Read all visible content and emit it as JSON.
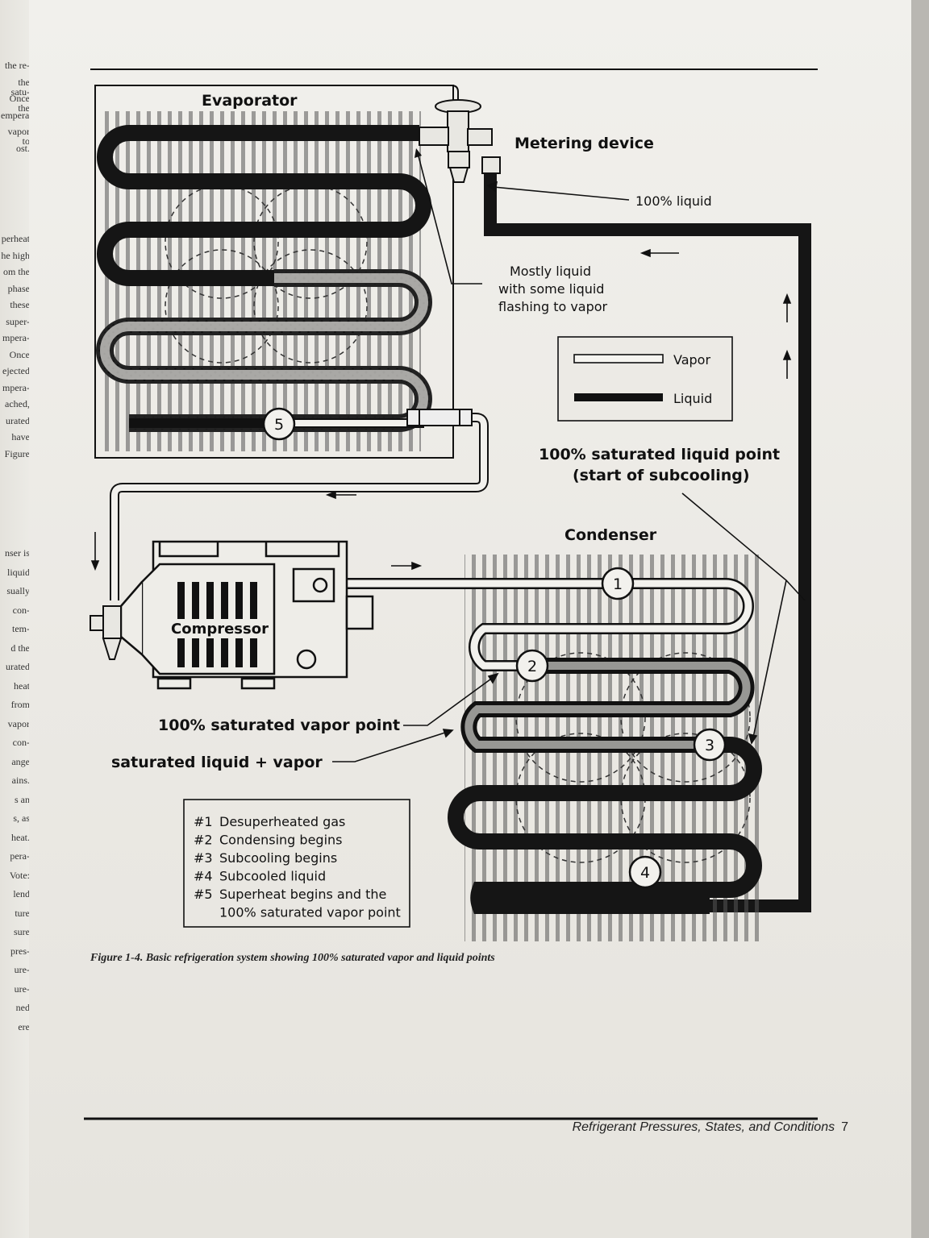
{
  "figure": {
    "caption": "Figure 1-4. Basic refrigeration system showing 100% saturated vapor and liquid points",
    "labels": {
      "evaporator": "Evaporator",
      "metering_device": "Metering device",
      "liquid_100": "100% liquid",
      "mostly_liquid_1": "Mostly liquid",
      "mostly_liquid_2": "with some liquid",
      "mostly_liquid_3": "flashing to vapor",
      "condenser": "Condenser",
      "compressor": "Compressor",
      "sat_liquid_point_1": "100% saturated liquid point",
      "sat_liquid_point_2": "(start of subcooling)",
      "sat_vapor_point": "100% saturated vapor point",
      "sat_liquid_vapor": "saturated liquid + vapor"
    },
    "legend": {
      "vapor": "Vapor",
      "liquid": "Liquid"
    },
    "points": [
      "1",
      "2",
      "3",
      "4",
      "5"
    ],
    "key": [
      {
        "id": "#1",
        "text": "Desuperheated gas"
      },
      {
        "id": "#2",
        "text": "Condensing begins"
      },
      {
        "id": "#3",
        "text": "Subcooling begins"
      },
      {
        "id": "#4",
        "text": "Subcooled liquid"
      },
      {
        "id": "#5",
        "text": "Superheat begins and the"
      },
      {
        "id": "",
        "text": "100% saturated vapor point"
      }
    ]
  },
  "footer": {
    "title": "Refrigerant Pressures, States, and Conditions",
    "page_number": "7"
  },
  "previous_page_fragments": [
    "the re-",
    "the satu-",
    "Once the",
    "empera-",
    "vapor to",
    "ost.",
    "perheat",
    "he high",
    "om the",
    "phase",
    "these",
    "super-",
    "mpera-",
    "Once",
    "ejected",
    "mpera-",
    "ached,",
    "urated",
    "have",
    "Figure",
    "nser is",
    "liquid",
    "sually",
    "con-",
    "tem-",
    "d the",
    "urated",
    "heat",
    "from",
    "vapor",
    "con-",
    "ange",
    "ains.",
    "s an",
    "s, as",
    "heat.",
    "pera-",
    "Vote:",
    "lend",
    "ture",
    "sure",
    "pres-",
    "ure-",
    "ure-",
    "ned",
    "ere"
  ]
}
